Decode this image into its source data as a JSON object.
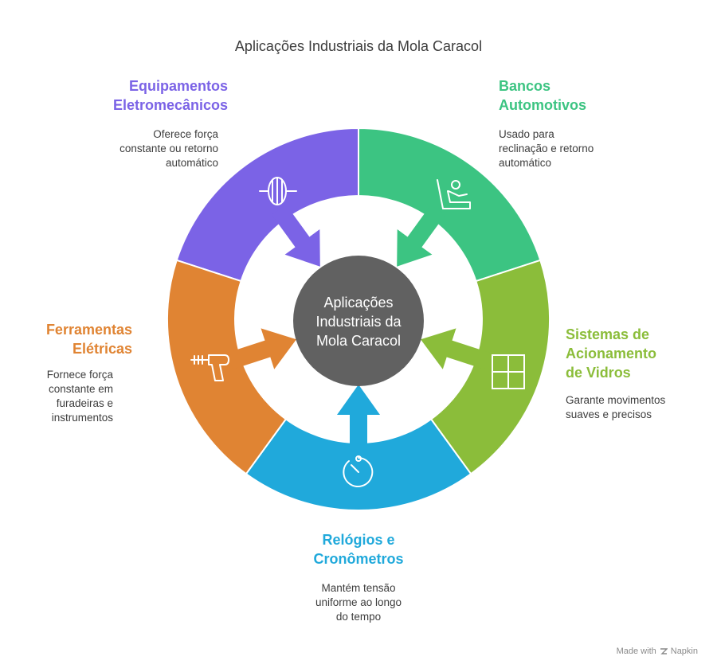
{
  "title": "Aplicações Industriais da Mola Caracol",
  "center": {
    "lines": [
      "Aplicações",
      "Industriais da",
      "Mola Caracol"
    ],
    "color": "#616161"
  },
  "segments": [
    {
      "id": "eletromecanicos",
      "label": [
        "Equipamentos",
        "Eletromecânicos"
      ],
      "desc": [
        "Oferece força",
        "constante ou retorno",
        "automático"
      ],
      "color": "#7b63e6",
      "icon": "gear-shaft-icon"
    },
    {
      "id": "bancos",
      "label": [
        "Bancos",
        "Automotivos"
      ],
      "desc": [
        "Usado para",
        "reclinação e retorno",
        "automático"
      ],
      "color": "#3cc482",
      "icon": "car-seat-icon"
    },
    {
      "id": "vidros",
      "label": [
        "Sistemas de",
        "Acionamento",
        "de Vidros"
      ],
      "desc": [
        "Garante movimentos",
        "suaves e precisos"
      ],
      "color": "#8bbd3a",
      "icon": "window-icon"
    },
    {
      "id": "relogios",
      "label": [
        "Relógios e",
        "Cronômetros"
      ],
      "desc": [
        "Mantém tensão",
        "uniforme ao longo",
        "do tempo"
      ],
      "color": "#20a9db",
      "icon": "stopwatch-icon"
    },
    {
      "id": "ferramentas",
      "label": [
        "Ferramentas",
        "Elétricas"
      ],
      "desc": [
        "Fornece força",
        "constante em",
        "furadeiras e",
        "instrumentos"
      ],
      "color": "#e08433",
      "icon": "drill-icon"
    }
  ],
  "footer": {
    "prefix": "Made with",
    "brand": "Napkin"
  }
}
